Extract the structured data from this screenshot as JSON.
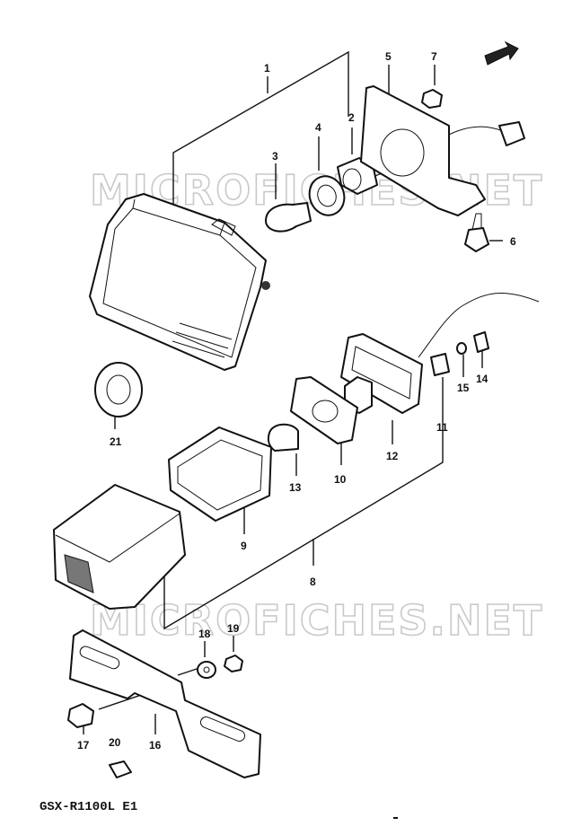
{
  "model_code": "GSX-R1100L E1",
  "watermark": "MICROFICHES.NET",
  "part_numbers": [
    "1",
    "2",
    "3",
    "4",
    "5",
    "6",
    "7",
    "8",
    "9",
    "10",
    "11",
    "12",
    "13",
    "14",
    "15",
    "16",
    "17",
    "18",
    "19",
    "20",
    "21"
  ]
}
